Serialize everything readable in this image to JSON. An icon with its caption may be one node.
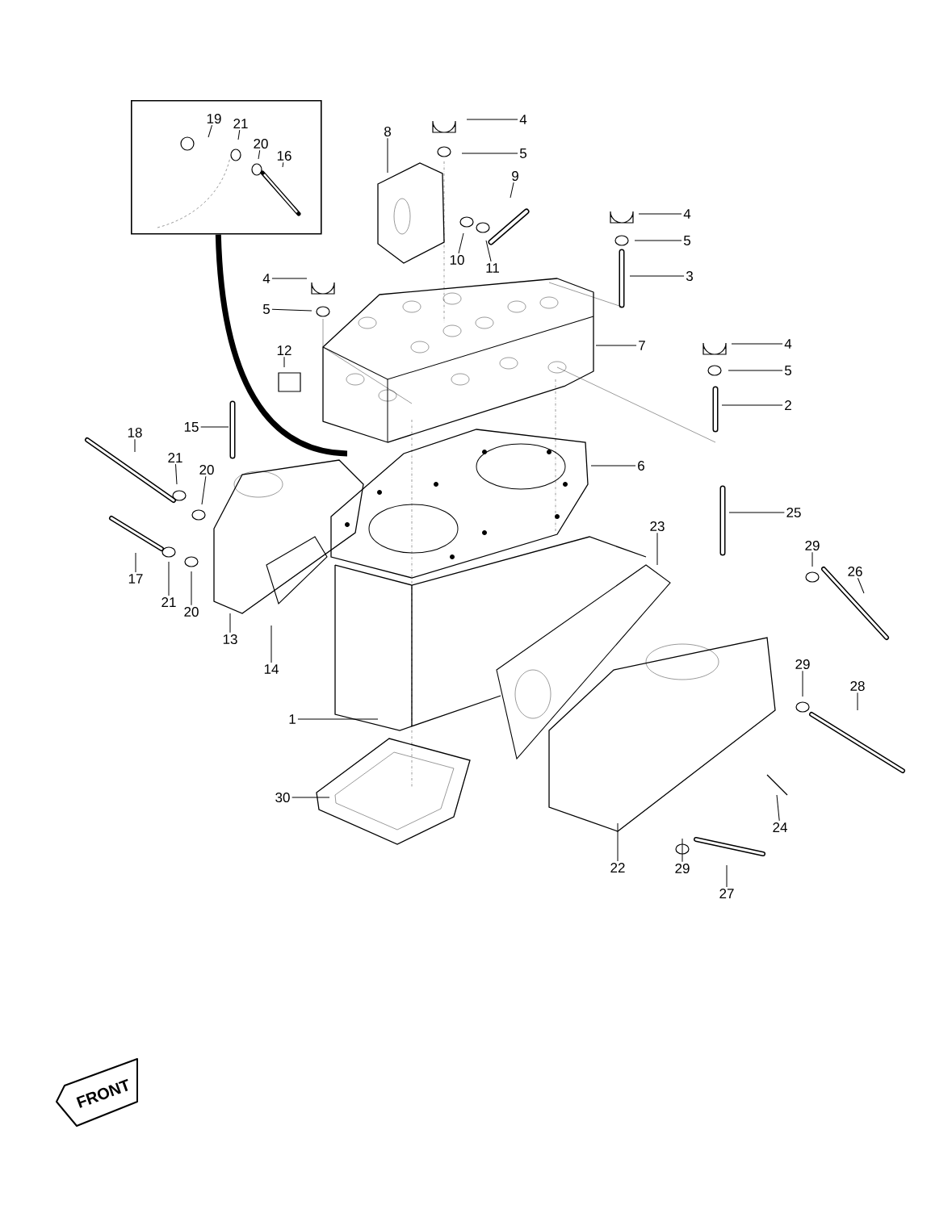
{
  "diagram": {
    "nodes": [
      {
        "text": [],
        "shape": "box"
      },
      {
        "text": [
          "19"
        ],
        "in": 0
      },
      {
        "text": [
          "21"
        ],
        "in": 0
      },
      {
        "text": [
          "20"
        ],
        "in": 0
      },
      {
        "text": [
          "16"
        ],
        "in": 0
      },
      {
        "text": [
          "4"
        ]
      },
      {
        "text": [
          "5"
        ]
      },
      {
        "text": [
          "8"
        ]
      },
      {
        "text": [
          "9"
        ]
      },
      {
        "text": [
          "10"
        ]
      },
      {
        "text": [
          "11"
        ]
      },
      {
        "text": [
          "4"
        ]
      },
      {
        "text": [
          "5"
        ]
      },
      {
        "text": [
          "3"
        ]
      },
      {
        "text": [
          "4"
        ]
      },
      {
        "text": [
          "5"
        ]
      },
      {
        "text": [
          "12"
        ]
      },
      {
        "text": [
          "7"
        ]
      },
      {
        "text": [
          "4"
        ]
      },
      {
        "text": [
          "5"
        ]
      },
      {
        "text": [
          "2"
        ]
      },
      {
        "text": [
          "18"
        ]
      },
      {
        "text": [
          "15"
        ]
      },
      {
        "text": [
          "21"
        ]
      },
      {
        "text": [
          "20"
        ]
      },
      {
        "text": [
          "6"
        ]
      },
      {
        "text": [
          "25"
        ]
      },
      {
        "text": [
          "23"
        ]
      },
      {
        "text": [
          "29"
        ]
      },
      {
        "text": [
          "26"
        ]
      },
      {
        "text": [
          "17"
        ]
      },
      {
        "text": [
          "21"
        ]
      },
      {
        "text": [
          "20"
        ]
      },
      {
        "text": [
          "13"
        ]
      },
      {
        "text": [
          "14"
        ]
      },
      {
        "text": [
          "29"
        ]
      },
      {
        "text": [
          "28"
        ]
      },
      {
        "text": [
          "1"
        ]
      },
      {
        "text": [
          "24"
        ]
      },
      {
        "text": [
          "30"
        ]
      },
      {
        "text": [
          "22"
        ]
      },
      {
        "text": [
          "29"
        ]
      },
      {
        "text": [
          "27"
        ]
      }
    ],
    "edges": [
      {
        "from": 1,
        "to": null,
        "arrow": "none"
      },
      {
        "from": 2,
        "to": null,
        "arrow": "none"
      },
      {
        "from": 3,
        "to": null,
        "arrow": "none"
      },
      {
        "from": 4,
        "to": null,
        "arrow": "none"
      },
      {
        "from": 5,
        "to": null,
        "arrow": "none"
      },
      {
        "from": 6,
        "to": null,
        "arrow": "none"
      },
      {
        "from": 7,
        "to": null,
        "arrow": "none"
      },
      {
        "from": 8,
        "to": null,
        "arrow": "none"
      },
      {
        "from": 9,
        "to": null,
        "arrow": "none"
      },
      {
        "from": 10,
        "to": null,
        "arrow": "none"
      },
      {
        "from": 11,
        "to": null,
        "arrow": "none"
      },
      {
        "from": 12,
        "to": null,
        "arrow": "none"
      },
      {
        "from": 13,
        "to": null,
        "arrow": "none"
      },
      {
        "from": 14,
        "to": null,
        "arrow": "none"
      },
      {
        "from": 15,
        "to": null,
        "arrow": "none"
      },
      {
        "from": 16,
        "to": null,
        "arrow": "none"
      },
      {
        "from": 17,
        "to": null,
        "arrow": "none"
      },
      {
        "from": 18,
        "to": null,
        "arrow": "none"
      },
      {
        "from": 19,
        "to": null,
        "arrow": "none"
      },
      {
        "from": 20,
        "to": null,
        "arrow": "none"
      },
      {
        "from": 21,
        "to": null,
        "arrow": "none"
      },
      {
        "from": 22,
        "to": null,
        "arrow": "none"
      },
      {
        "from": 23,
        "to": null,
        "arrow": "none"
      },
      {
        "from": 24,
        "to": null,
        "arrow": "none"
      },
      {
        "from": 25,
        "to": null,
        "arrow": "none"
      },
      {
        "from": 26,
        "to": null,
        "arrow": "none"
      },
      {
        "from": 27,
        "to": null,
        "arrow": "none"
      },
      {
        "from": 28,
        "to": null,
        "arrow": "none"
      },
      {
        "from": 29,
        "to": null,
        "arrow": "none"
      },
      {
        "from": 30,
        "to": null,
        "arrow": "none"
      },
      {
        "from": 31,
        "to": null,
        "arrow": "none"
      },
      {
        "from": 32,
        "to": null,
        "arrow": "none"
      },
      {
        "from": 33,
        "to": null,
        "arrow": "none"
      },
      {
        "from": 34,
        "to": null,
        "arrow": "none"
      },
      {
        "from": 35,
        "to": null,
        "arrow": "none"
      },
      {
        "from": 36,
        "to": null,
        "arrow": "none"
      },
      {
        "from": 37,
        "to": null,
        "arrow": "none"
      },
      {
        "from": 38,
        "to": null,
        "arrow": "none"
      },
      {
        "from": 39,
        "to": null,
        "arrow": "none"
      },
      {
        "from": 40,
        "to": null,
        "arrow": "none"
      },
      {
        "from": 41,
        "to": null,
        "arrow": "none"
      },
      {
        "from": 42,
        "to": null,
        "arrow": "none"
      },
      {
        "from": 0,
        "to": null,
        "arrow": "none",
        "style": "thick"
      }
    ],
    "labels": [
      "FRONT"
    ]
  }
}
